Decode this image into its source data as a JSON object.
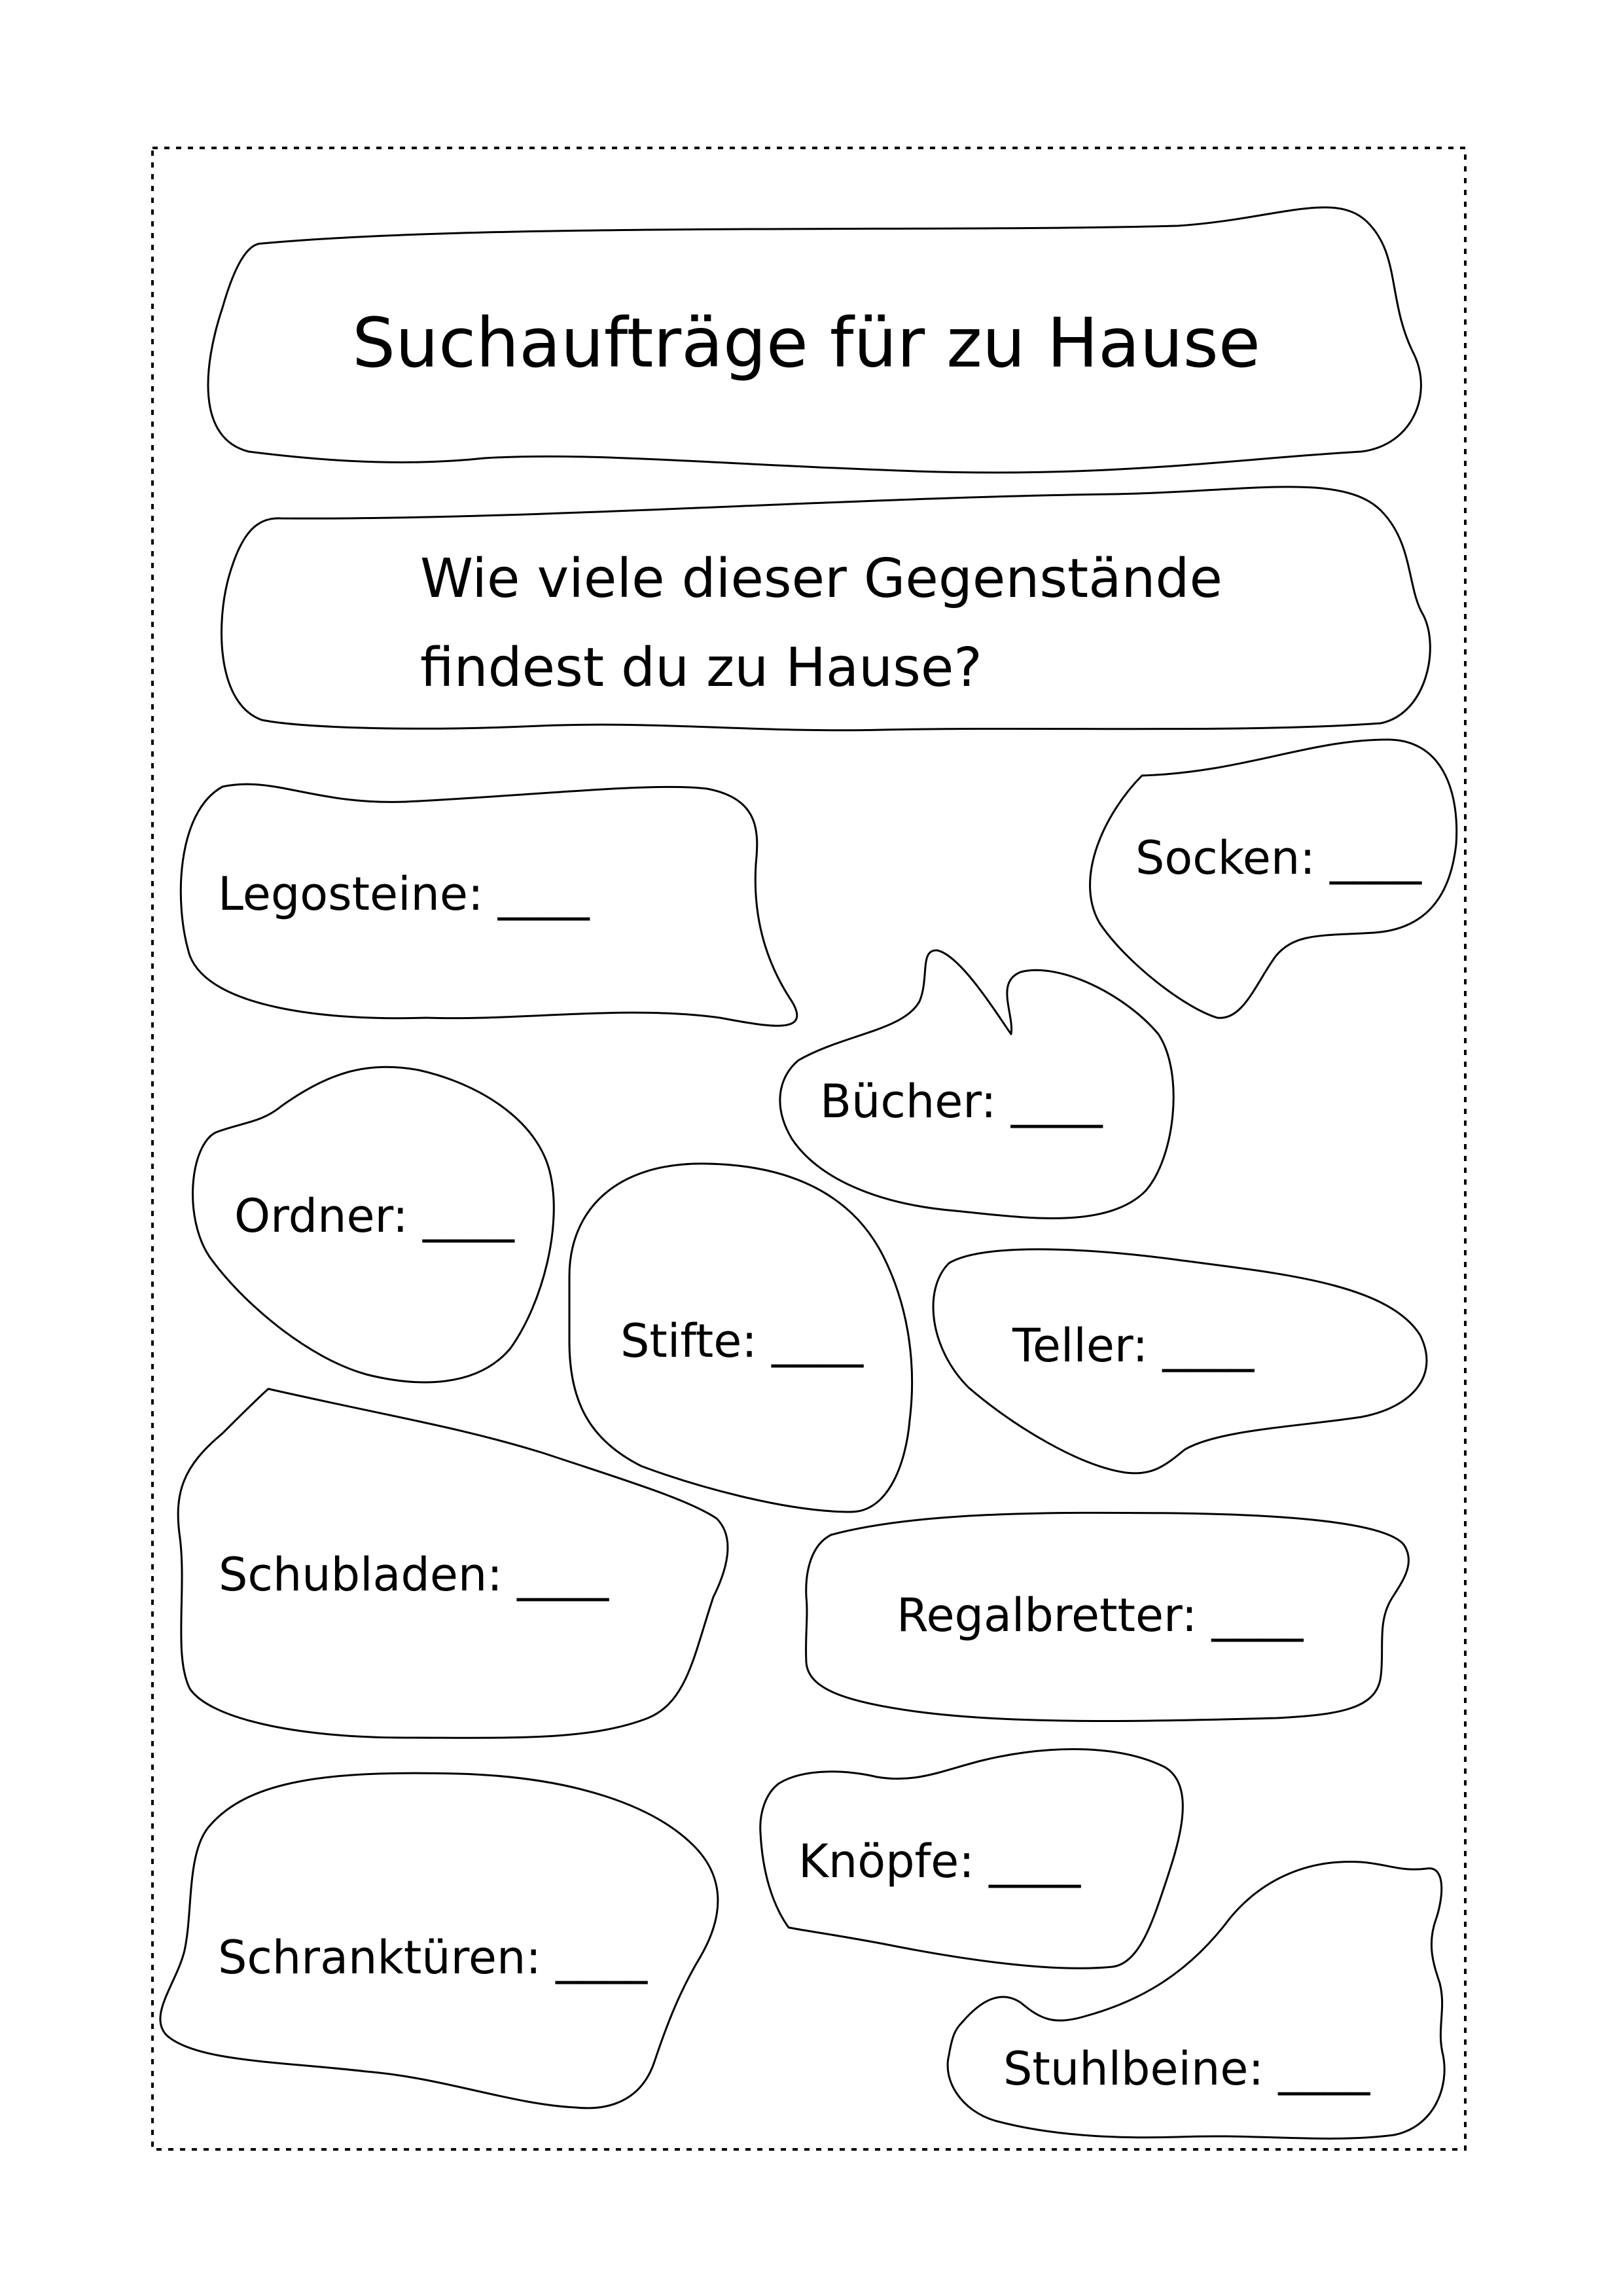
{
  "title": "Suchaufträge für zu Hause",
  "instruction": {
    "line1": "Wie viele dieser Gegenstände",
    "line2": "findest du zu Hause?"
  },
  "items": [
    "Legosteine: ____",
    "Socken: ____",
    "Bücher: ____",
    "Ordner: ____",
    "Stifte: ____",
    "Teller: ____",
    "Schubladen: ____",
    "Regalbretter: ____",
    "Knöpfe: ____",
    "Schranktüren: ____",
    "Stuhlbeine: ____"
  ]
}
